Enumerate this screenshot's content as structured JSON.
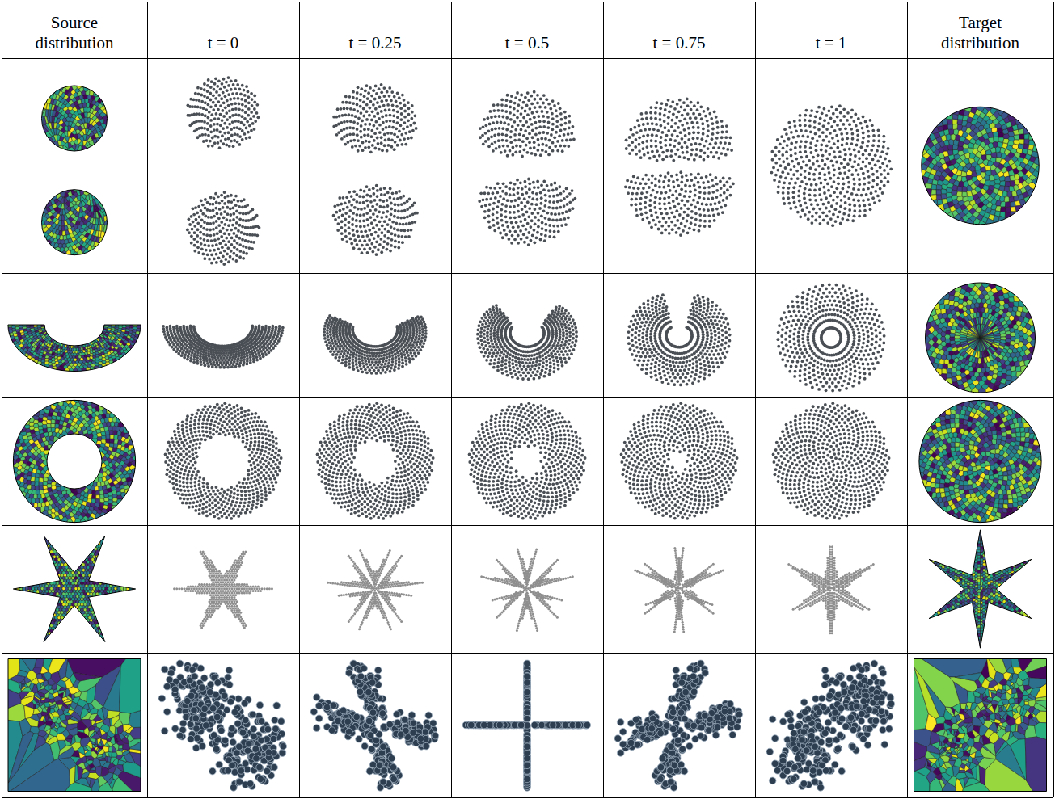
{
  "diagram": {
    "labels": [
      "Source distribution",
      "t = 0",
      "t = 0.25",
      "t = 0.5",
      "t = 0.75",
      "t = 1",
      "Target distribution"
    ]
  }
}
